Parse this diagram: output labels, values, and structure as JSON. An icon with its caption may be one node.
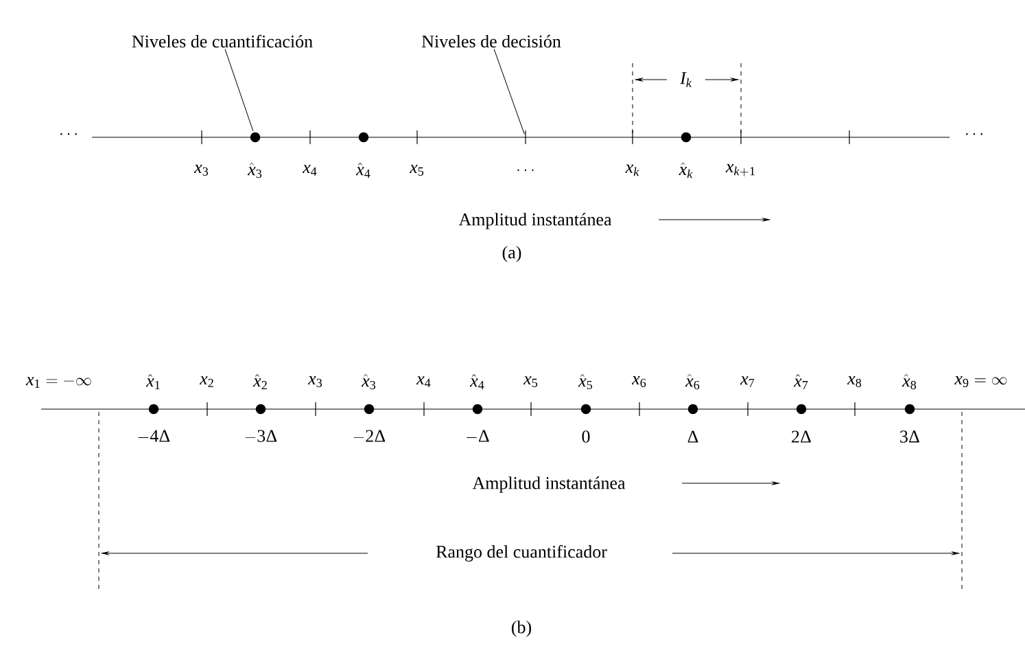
{
  "diagram": {
    "nodes": [
      {
        "text": [
          "Niveles de cuantificación"
        ]
      },
      {
        "text": [],
        "shape": "circle"
      },
      {
        "text": [
          "Niveles de decisión"
        ]
      },
      {
        "text": [],
        "shape": "bar"
      }
    ],
    "edges": [
      {
        "from": 0,
        "to": 1,
        "arrow": "none"
      },
      {
        "from": 2,
        "to": 3,
        "arrow": "none"
      }
    ],
    "labels": [
      "\\cdots",
      "\\cdots",
      "I_k",
      "x_3",
      "\\hat{x}_3",
      "x_4",
      "\\hat{x}_4",
      "x_5",
      "\\dots",
      "x_k",
      "\\hat{x}_k",
      "x_{k+1}",
      "Amplitud instantánea",
      "(a)",
      "x_1 = -\\infty",
      "\\hat{x}_1",
      "x_2",
      "\\hat{x}_2",
      "x_3",
      "\\hat{x}_3",
      "x_4",
      "\\hat{x}_4",
      "x_5",
      "\\hat{x}_5",
      "x_6",
      "\\hat{x}_6",
      "x_7",
      "\\hat{x}_7",
      "x_8",
      "\\hat{x}_8",
      "x_9 = \\infty",
      "-4\\Delta",
      "-3\\Delta",
      "-2\\Delta",
      "-\\Delta",
      "0",
      "\\Delta",
      "2\\Delta",
      "3\\Delta",
      "Amplitud instantánea",
      "Rango del cuantificador",
      "(b)"
    ]
  }
}
